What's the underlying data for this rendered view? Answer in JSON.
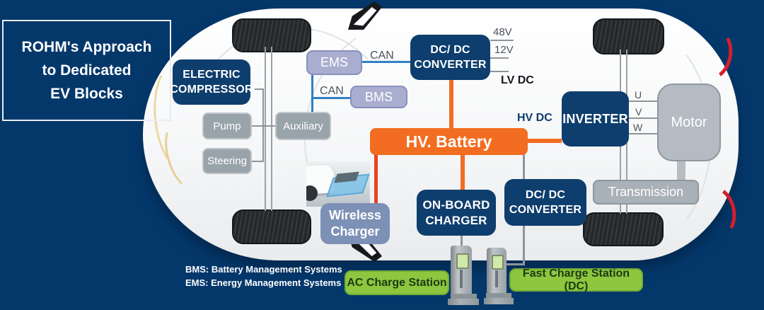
{
  "colors": {
    "bg": "#04386b",
    "navy_box": "#0e3e6d",
    "orange": "#f26d21",
    "red": "#e8441f",
    "green": "#8dc63f",
    "green_border": "#74aa34",
    "green_text": "#1c3a12",
    "gray_box": "#99a3aa",
    "gray_box_border": "#bfc5c9",
    "motor_gray": "#b4bbc2",
    "transmission_gray": "#a9b1b8",
    "periwinkle": "#a9aed0",
    "periwinkle_border": "#8890bb",
    "slate": "#7d90b6",
    "blue_line": "#2e80c4",
    "gray_line": "#8d959b",
    "label_gray": "#4b535b",
    "lv_dc_text": "#14191e",
    "hv_dc_text": "#0d3e6d",
    "white": "#ffffff"
  },
  "title": "ROHM's Approach\nto Dedicated\nEV Blocks",
  "blocks": {
    "electric_compressor": "ELECTRIC\nCOMPRESSOR",
    "pump": "Pump",
    "steering": "Steering",
    "auxiliary": "Auxiliary",
    "ems": "EMS",
    "bms": "BMS",
    "dcdc_top": "DC/ DC\nCONVERTER",
    "hv_battery": "HV. Battery",
    "inverter": "INVERTER",
    "motor": "Motor",
    "transmission": "Transmission",
    "wireless_charger": "Wireless\nCharger",
    "onboard_charger": "ON-BOARD\nCHARGER",
    "dcdc_bottom": "DC/ DC\nCONVERTER"
  },
  "stations": {
    "ac": "AC Charge Station",
    "fast": "Fast Charge Station (DC)"
  },
  "bus_labels": {
    "can_top": "CAN",
    "can_left": "CAN",
    "v48": "48V",
    "v12": "12V",
    "lv_dc": "LV DC",
    "hv_dc": "HV DC",
    "u": "U",
    "v": "V",
    "w": "W"
  },
  "legend": {
    "bms": "BMS: Battery Management Systems",
    "ems": "EMS: Energy Management Systems"
  }
}
